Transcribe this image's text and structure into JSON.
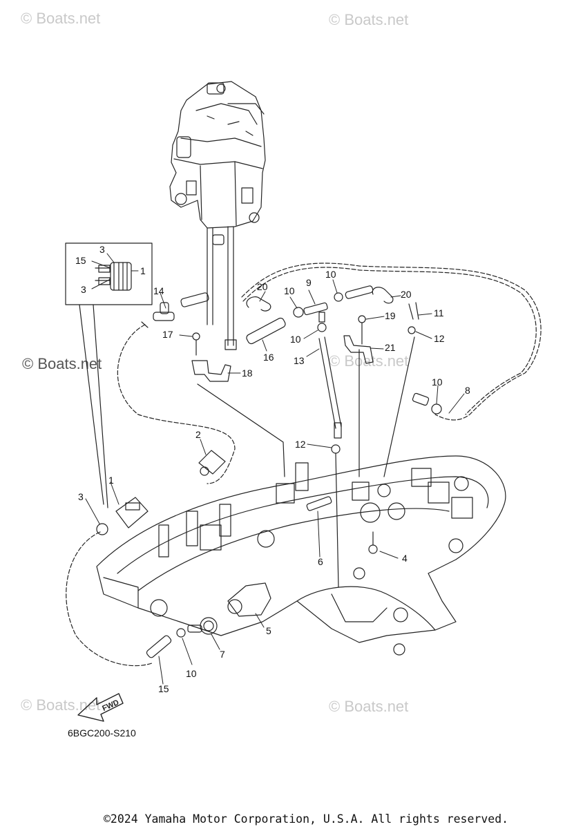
{
  "watermarks": {
    "top_left": "© Boats.net",
    "top_right": "© Boats.net",
    "middle_left": "© Boats.net",
    "middle_center": "© Boats.net",
    "bottom_left": "© Boats.net",
    "bottom_right": "© Boats.net"
  },
  "fwd_label": "FWD",
  "part_code": "6BGC200-S210",
  "copyright": "©2024 Yamaha Motor Corporation, U.S.A. All rights reserved.",
  "callouts": [
    {
      "id": "c15i",
      "text": "15"
    },
    {
      "id": "c3i_top",
      "text": "3"
    },
    {
      "id": "c1i",
      "text": "1"
    },
    {
      "id": "c3i_bot",
      "text": "3"
    },
    {
      "id": "c14",
      "text": "14"
    },
    {
      "id": "c20a",
      "text": "20"
    },
    {
      "id": "c10a",
      "text": "10"
    },
    {
      "id": "c9",
      "text": "9"
    },
    {
      "id": "c10b",
      "text": "10"
    },
    {
      "id": "c20b",
      "text": "20"
    },
    {
      "id": "c11",
      "text": "11"
    },
    {
      "id": "c19",
      "text": "19"
    },
    {
      "id": "c12a",
      "text": "12"
    },
    {
      "id": "c17",
      "text": "17"
    },
    {
      "id": "c10c",
      "text": "10"
    },
    {
      "id": "c16",
      "text": "16"
    },
    {
      "id": "c21",
      "text": "21"
    },
    {
      "id": "c13",
      "text": "13"
    },
    {
      "id": "c18",
      "text": "18"
    },
    {
      "id": "c10d",
      "text": "10"
    },
    {
      "id": "c8",
      "text": "8"
    },
    {
      "id": "c2",
      "text": "2"
    },
    {
      "id": "c12b",
      "text": "12"
    },
    {
      "id": "c1",
      "text": "1"
    },
    {
      "id": "c3",
      "text": "3"
    },
    {
      "id": "c6",
      "text": "6"
    },
    {
      "id": "c4",
      "text": "4"
    },
    {
      "id": "c5",
      "text": "5"
    },
    {
      "id": "c7",
      "text": "7"
    },
    {
      "id": "c10e",
      "text": "10"
    },
    {
      "id": "c15",
      "text": "15"
    }
  ]
}
